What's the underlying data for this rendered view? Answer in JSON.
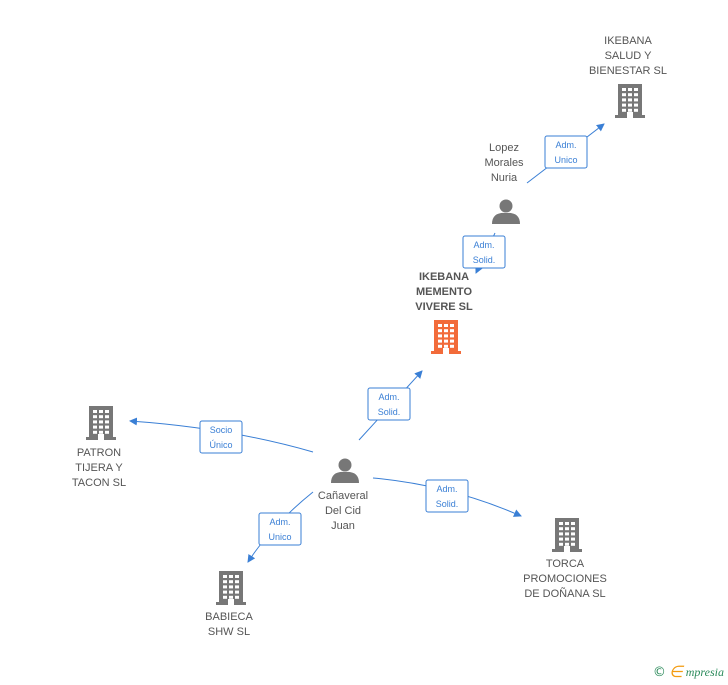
{
  "colors": {
    "edge": "#3a7fd5",
    "company": "#777777",
    "focus_company": "#f26b3a",
    "person": "#777777",
    "label": "#555555"
  },
  "nodes": [
    {
      "id": "ikebana_salud",
      "type": "company",
      "lines": [
        "IKEBANA",
        "SALUD Y",
        "BIENESTAR  SL"
      ]
    },
    {
      "id": "lopez",
      "type": "person",
      "lines": [
        "Lopez",
        "Morales",
        "Nuria"
      ]
    },
    {
      "id": "ikebana_memento",
      "type": "focus-company",
      "lines": [
        "IKEBANA",
        "MEMENTO",
        "VIVERE  SL"
      ]
    },
    {
      "id": "patron",
      "type": "company",
      "lines": [
        "PATRON",
        "TIJERA Y",
        "TACON  SL"
      ]
    },
    {
      "id": "canaveral",
      "type": "person",
      "lines": [
        "Cañaveral",
        "Del Cid",
        "Juan"
      ]
    },
    {
      "id": "torca",
      "type": "company",
      "lines": [
        "TORCA",
        "PROMOCIONES",
        "DE DOÑANA SL"
      ]
    },
    {
      "id": "babieca",
      "type": "company",
      "lines": [
        "BABIECA",
        "SHW  SL"
      ]
    }
  ],
  "edges": [
    {
      "from": "lopez",
      "to": "ikebana_salud",
      "lines": [
        "Adm.",
        "Unico"
      ]
    },
    {
      "from": "lopez",
      "to": "ikebana_memento",
      "lines": [
        "Adm.",
        "Solid."
      ]
    },
    {
      "from": "canaveral",
      "to": "ikebana_memento",
      "lines": [
        "Adm.",
        "Solid."
      ]
    },
    {
      "from": "canaveral",
      "to": "patron",
      "lines": [
        "Socio",
        "Único"
      ]
    },
    {
      "from": "canaveral",
      "to": "torca",
      "lines": [
        "Adm.",
        "Solid."
      ]
    },
    {
      "from": "canaveral",
      "to": "babieca",
      "lines": [
        "Adm.",
        "Unico"
      ]
    }
  ],
  "footer": {
    "copyright_symbol": "©",
    "brand_initial": "∈",
    "brand_rest": "mpresia"
  }
}
